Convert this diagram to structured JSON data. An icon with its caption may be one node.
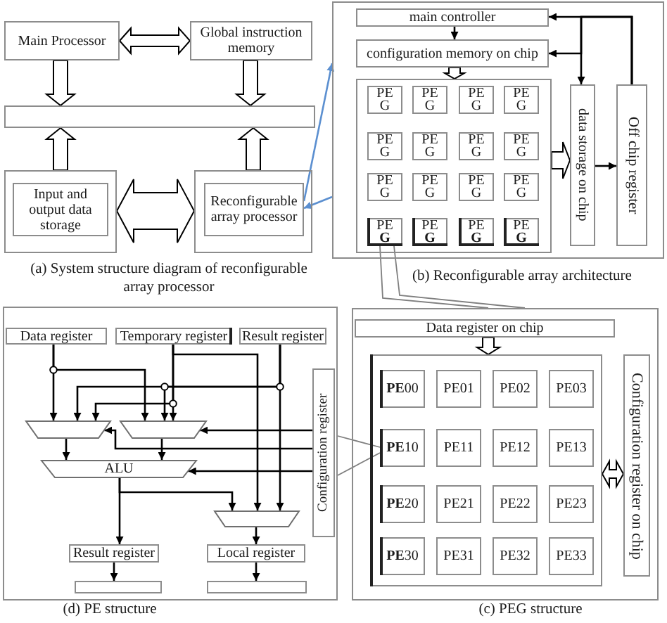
{
  "diagram": {
    "nodes": [
      {
        "text": [
          "Main Processor"
        ]
      },
      {
        "text": [
          "Global instruction memory"
        ]
      },
      {
        "text": [],
        "shape": "bar"
      },
      {
        "text": [],
        "shape": "box"
      },
      {
        "text": [
          "Input and output data storage"
        ],
        "in": 3
      },
      {
        "text": [],
        "shape": "box"
      },
      {
        "text": [
          "Reconfigurable array processor"
        ],
        "in": 5
      },
      {
        "text": [],
        "shape": "box"
      },
      {
        "text": [
          "main controller"
        ],
        "in": 7
      },
      {
        "text": [
          "configuration memory on chip"
        ],
        "in": 7
      },
      {
        "text": [],
        "shape": "box",
        "in": 7
      },
      {
        "text": [
          "PE G"
        ],
        "in": 10
      },
      {
        "text": [
          "PE G"
        ],
        "in": 10
      },
      {
        "text": [
          "PE G"
        ],
        "in": 10
      },
      {
        "text": [
          "PE G"
        ],
        "in": 10
      },
      {
        "text": [
          "PE G"
        ],
        "in": 10
      },
      {
        "text": [
          "PE G"
        ],
        "in": 10
      },
      {
        "text": [
          "PE G"
        ],
        "in": 10
      },
      {
        "text": [
          "PE G"
        ],
        "in": 10
      },
      {
        "text": [
          "PE G"
        ],
        "in": 10
      },
      {
        "text": [
          "PE G"
        ],
        "in": 10
      },
      {
        "text": [
          "PE G"
        ],
        "in": 10
      },
      {
        "text": [
          "PE G"
        ],
        "in": 10
      },
      {
        "text": [
          "PE **G**"
        ],
        "in": 10
      },
      {
        "text": [
          "PE **G**"
        ],
        "in": 10
      },
      {
        "text": [
          "PE **G**"
        ],
        "in": 10
      },
      {
        "text": [
          "PE **G**"
        ],
        "in": 10
      },
      {
        "text": [
          "data storage on chip"
        ],
        "in": 7
      },
      {
        "text": [
          "Off chip register"
        ],
        "in": 7
      },
      {
        "text": [],
        "shape": "box"
      },
      {
        "text": [
          "Data register"
        ],
        "in": 29
      },
      {
        "text": [
          "Temporary register"
        ],
        "in": 29
      },
      {
        "text": [
          "Result register"
        ],
        "in": 29
      },
      {
        "text": [
          "Configuration register"
        ],
        "in": 29
      },
      {
        "text": [],
        "shape": "trapezoid",
        "in": 29
      },
      {
        "text": [],
        "shape": "trapezoid",
        "in": 29
      },
      {
        "text": [
          "ALU"
        ],
        "in": 29
      },
      {
        "text": [],
        "shape": "trapezoid",
        "in": 29
      },
      {
        "text": [
          "Result register"
        ],
        "in": 29
      },
      {
        "text": [
          "Local register"
        ],
        "in": 29
      },
      {
        "text": [],
        "shape": "box",
        "in": 29
      },
      {
        "text": [],
        "shape": "box",
        "in": 29
      },
      {
        "text": [],
        "shape": "box"
      },
      {
        "text": [
          "Data register on chip"
        ],
        "in": 42
      },
      {
        "text": [],
        "shape": "box",
        "in": 42
      },
      {
        "text": [
          "**PE**00"
        ],
        "in": 44
      },
      {
        "text": [
          "PE01"
        ],
        "in": 44
      },
      {
        "text": [
          "PE02"
        ],
        "in": 44
      },
      {
        "text": [
          "PE03"
        ],
        "in": 44
      },
      {
        "text": [
          "**PE**10"
        ],
        "in": 44
      },
      {
        "text": [
          "PE11"
        ],
        "in": 44
      },
      {
        "text": [
          "PE12"
        ],
        "in": 44
      },
      {
        "text": [
          "PE13"
        ],
        "in": 44
      },
      {
        "text": [
          "**PE**20"
        ],
        "in": 44
      },
      {
        "text": [
          "PE21"
        ],
        "in": 44
      },
      {
        "text": [
          "PE22"
        ],
        "in": 44
      },
      {
        "text": [
          "PE23"
        ],
        "in": 44
      },
      {
        "text": [
          "**PE**30"
        ],
        "in": 44
      },
      {
        "text": [
          "PE31"
        ],
        "in": 44
      },
      {
        "text": [
          "PE32"
        ],
        "in": 44
      },
      {
        "text": [
          "PE33"
        ],
        "in": 44
      },
      {
        "text": [
          "Configuration register on chip"
        ],
        "in": 42
      }
    ],
    "edges": [
      {
        "from": 0,
        "to": 1,
        "arrow": "both",
        "style": "thick"
      },
      {
        "from": 0,
        "to": 2,
        "arrow": "to",
        "style": "thick"
      },
      {
        "from": 1,
        "to": 2,
        "arrow": "to",
        "style": "thick"
      },
      {
        "from": 3,
        "to": 2,
        "arrow": "to",
        "style": "thick"
      },
      {
        "from": 5,
        "to": 2,
        "arrow": "to",
        "style": "thick"
      },
      {
        "from": 3,
        "to": 5,
        "arrow": "both",
        "style": "thick"
      },
      {
        "from": 6,
        "to": 7,
        "arrow": "to",
        "color": "#5b8fd0"
      },
      {
        "from": 7,
        "to": 6,
        "arrow": "to",
        "color": "#5b8fd0"
      },
      {
        "from": 8,
        "to": 9,
        "arrow": "to"
      },
      {
        "from": 9,
        "to": 10,
        "arrow": "to",
        "style": "thick"
      },
      {
        "from": 10,
        "to": 27,
        "arrow": "to",
        "style": "thick"
      },
      {
        "from": 27,
        "to": 28,
        "arrow": "to"
      },
      {
        "from": 28,
        "to": 8,
        "arrow": "to"
      },
      {
        "from": 28,
        "to": 9,
        "arrow": "to"
      },
      {
        "from": 28,
        "to": 27,
        "arrow": "to"
      },
      {
        "from": 23,
        "to": 42,
        "arrow": "none",
        "color": "#7f7f7f"
      },
      {
        "from": 23,
        "to": 42,
        "arrow": "none",
        "color": "#7f7f7f"
      },
      {
        "from": 30,
        "to": 34,
        "arrow": "to"
      },
      {
        "from": 30,
        "to": 35,
        "arrow": "to"
      },
      {
        "from": 31,
        "to": 34,
        "arrow": "to"
      },
      {
        "from": 31,
        "to": 35,
        "arrow": "to"
      },
      {
        "from": 31,
        "to": 37,
        "arrow": "to"
      },
      {
        "from": 32,
        "to": 34,
        "arrow": "to"
      },
      {
        "from": 32,
        "to": 35,
        "arrow": "to"
      },
      {
        "from": 32,
        "to": 37,
        "arrow": "to"
      },
      {
        "from": 33,
        "to": 34,
        "arrow": "to"
      },
      {
        "from": 33,
        "to": 35,
        "arrow": "to"
      },
      {
        "from": 33,
        "to": 36,
        "arrow": "to"
      },
      {
        "from": 34,
        "to": 36,
        "arrow": "to"
      },
      {
        "from": 35,
        "to": 36,
        "arrow": "to"
      },
      {
        "from": 36,
        "to": 38,
        "arrow": "to"
      },
      {
        "from": 36,
        "to": 37,
        "arrow": "to"
      },
      {
        "from": 37,
        "to": 39,
        "arrow": "to"
      },
      {
        "from": 38,
        "to": 40,
        "arrow": "to"
      },
      {
        "from": 39,
        "to": 41,
        "arrow": "to"
      },
      {
        "from": 43,
        "to": 44,
        "arrow": "to",
        "style": "thick"
      },
      {
        "from": 44,
        "to": 61,
        "arrow": "both",
        "style": "thick"
      },
      {
        "from": 49,
        "to": 29,
        "arrow": "none",
        "color": "#7f7f7f"
      },
      {
        "from": 49,
        "to": 29,
        "arrow": "none",
        "color": "#7f7f7f"
      }
    ],
    "labels": [
      "(a) System structure diagram of reconfigurable array processor",
      "(b) Reconfigurable array architecture",
      "(d) PE structure",
      "(c) PEG structure"
    ]
  }
}
